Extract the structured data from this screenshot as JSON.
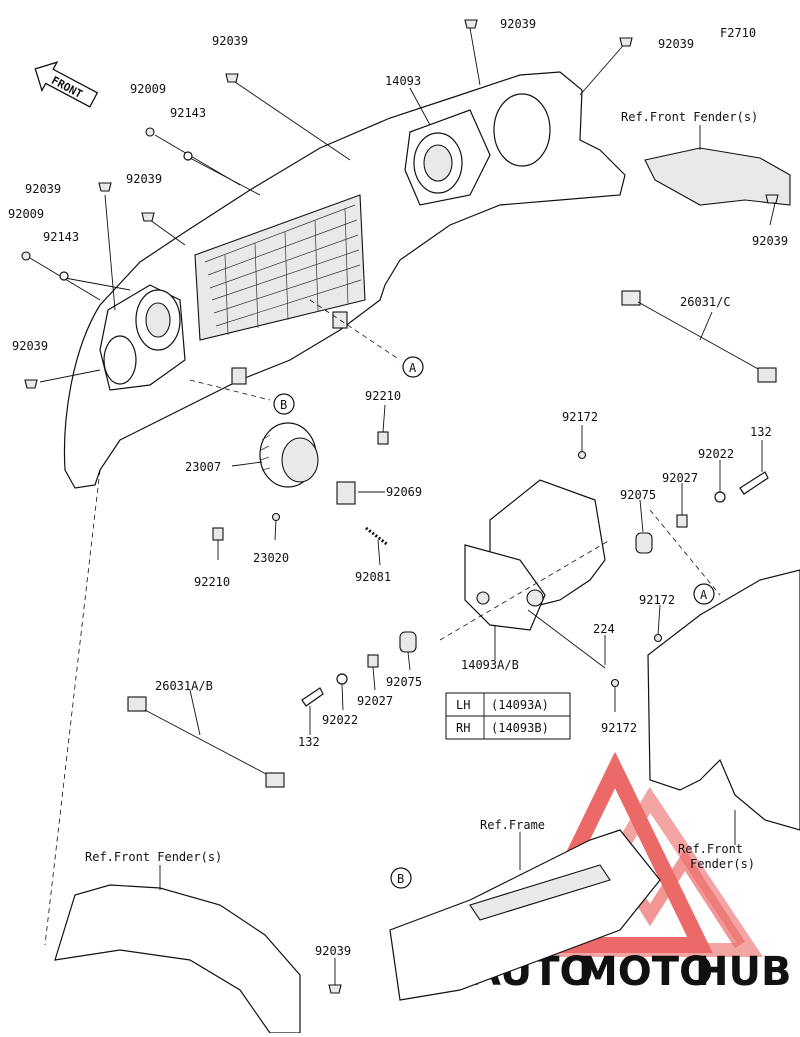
{
  "figure_code": "F2710",
  "front_label": "FRONT",
  "refs": {
    "front_fender_top": "Ref.Front Fender(s)",
    "frame": "Ref.Frame",
    "front_fender_right_line1": "Ref.Front",
    "front_fender_right_line2": "Fender(s)",
    "front_fender_bottom": "Ref.Front Fender(s)"
  },
  "callouts": {
    "a": "A",
    "b": "B"
  },
  "parts": {
    "p92039_top": "92039",
    "p92039_topright": "92039",
    "p92039_upleft": "92039",
    "p92039_left": "92039",
    "p92039_mid": "92039",
    "p92039_lowleft": "92039",
    "p92039_right": "92039",
    "p92039_bottom": "92039",
    "p14093": "14093",
    "p92009_a": "92009",
    "p92009_b": "92009",
    "p92143_a": "92143",
    "p92143_b": "92143",
    "p26031C": "26031/C",
    "p92210_a": "92210",
    "p92210_b": "92210",
    "p92172_a": "92172",
    "p92172_b": "92172",
    "p92172_c": "92172",
    "p132_a": "132",
    "p132_b": "132",
    "p23007": "23007",
    "p92022_a": "92022",
    "p92022_b": "92022",
    "p92069": "92069",
    "p92027_a": "92027",
    "p92027_b": "92027",
    "p92075_a": "92075",
    "p92075_b": "92075",
    "p23020": "23020",
    "p92081": "92081",
    "p224": "224",
    "p14093AB": "14093A/B",
    "p26031AB": "26031A/B"
  },
  "variant_table": {
    "rows": [
      {
        "side": "LH",
        "code": "(14093A)"
      },
      {
        "side": "RH",
        "code": "(14093B)"
      }
    ]
  },
  "watermark": {
    "part1": "AUTO",
    "part2": "MOTO",
    "part3": "HUB",
    "color_primary": "#e53935",
    "color_secondary": "#f2b233",
    "color_dark": "#1a1a1a"
  }
}
